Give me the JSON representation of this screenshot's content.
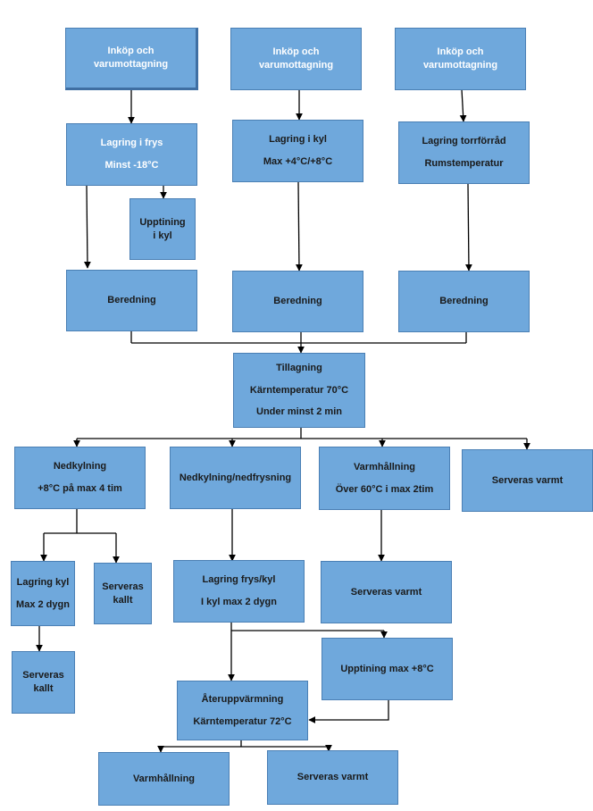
{
  "boxes": {
    "purchase_1": [
      "Inköp och",
      "varumottagning"
    ],
    "purchase_2": [
      "Inköp och",
      "varumottagning"
    ],
    "purchase_3": [
      "Inköp och",
      "varumottagning"
    ],
    "freezer": [
      "Lagring i frys",
      "Minst -18°C"
    ],
    "fridge": [
      "Lagring i kyl",
      "Max +4°C/+8°C"
    ],
    "dry_storage": [
      "Lagring torrförråd",
      "Rumstemperatur"
    ],
    "thaw_fridge": [
      "Upptining",
      "i kyl"
    ],
    "prep_1": "Beredning",
    "prep_2": "Beredning",
    "prep_3": "Beredning",
    "cooking": [
      "Tillagning",
      "Kärntemperatur 70°C",
      "Under minst 2 min"
    ],
    "cooling": [
      "Nedkylning",
      "+8°C på max 4 tim"
    ],
    "cooling_freezing": "Nedkylning/nedfrysning",
    "hot_holding_1": [
      "Varmhållning",
      "Över 60°C i max 2tim"
    ],
    "serve_warm_1": "Serveras varmt",
    "store_fridge": [
      "Lagring kyl",
      "Max 2 dygn"
    ],
    "serve_cold_1": [
      "Serveras",
      "kallt"
    ],
    "store_frozen_cold": [
      "Lagring frys/kyl",
      "I kyl max 2 dygn"
    ],
    "serve_warm_2": "Serveras varmt",
    "thaw_max": "Upptining max +8°C",
    "serve_cold_2": [
      "Serveras",
      "kallt"
    ],
    "reheating": [
      "Återuppvärmning",
      "Kärntemperatur 72°C"
    ],
    "hot_holding_2": "Varmhållning",
    "serve_warm_3": "Serveras varmt"
  },
  "colors": {
    "box_fill": "#6fa8dc",
    "box_border": "#4a7fb4",
    "connector": "#000000"
  }
}
